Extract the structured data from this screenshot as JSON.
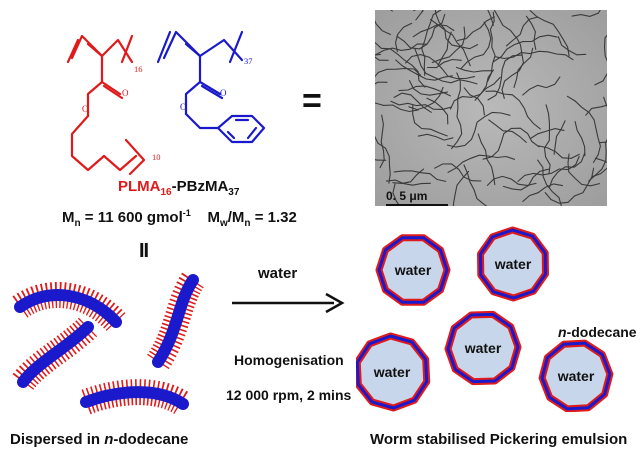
{
  "polymer": {
    "block1": "PLMA",
    "block1_n": "16",
    "dash": "-",
    "block2": "PBzMA",
    "block2_n": "37",
    "mn_label": "M",
    "mn_sub": "n",
    "mn_value": "= 11 600 gmol",
    "mn_exp": "-1",
    "mw_label": "M",
    "mw_sub": "w",
    "mw_slash": "/M",
    "mw_sub2": "n",
    "mw_value": "= 1.32",
    "sub16": "16",
    "sub37": "37",
    "sub10": "10"
  },
  "equals_sign": "=",
  "equals_vertical": "II",
  "tem": {
    "scale_label": "0. 5  μm"
  },
  "process": {
    "reagent": "water",
    "step": "Homogenisation",
    "conditions": "12 000 rpm, 2 mins"
  },
  "left_caption": {
    "prefix": "Dispersed in ",
    "italic": "n",
    "suffix": "-dodecane"
  },
  "right_caption": "Worm stabilised Pickering emulsion",
  "solvent_label": {
    "italic": "n",
    "suffix": "-dodecane"
  },
  "droplets": [
    {
      "label": "water"
    },
    {
      "label": "water"
    },
    {
      "label": "water"
    },
    {
      "label": "water"
    },
    {
      "label": "water"
    }
  ],
  "colors": {
    "red_block": "#e01a1a",
    "blue_block": "#1a1acc",
    "droplet_fill": "#c7d6ea"
  }
}
